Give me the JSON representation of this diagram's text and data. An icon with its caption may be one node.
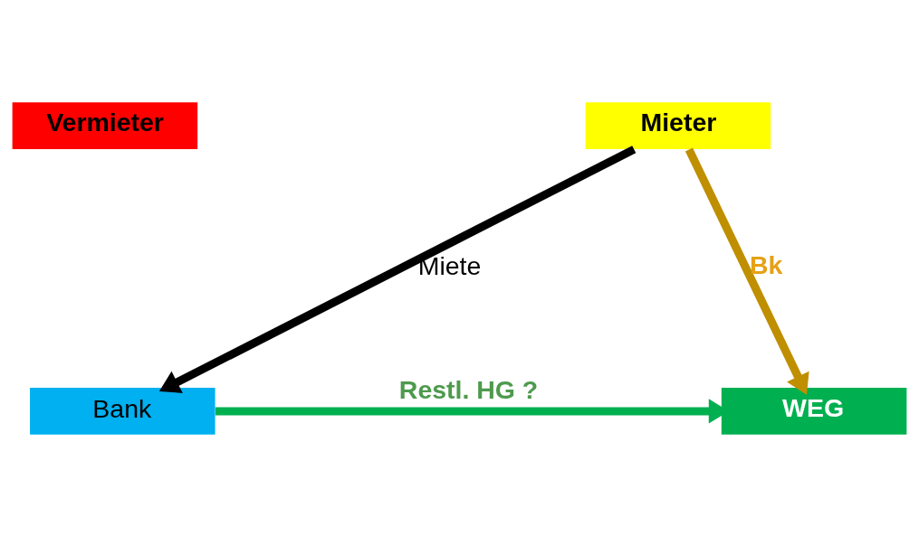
{
  "diagram": {
    "nodes": [
      {
        "text": [
          "Vermieter"
        ]
      },
      {
        "text": [
          "Mieter"
        ]
      },
      {
        "text": [
          "Bank"
        ]
      },
      {
        "text": [
          "WEG"
        ]
      }
    ],
    "edges": [
      {
        "from": 1,
        "to": 2,
        "arrow": "to",
        "label": "Miete",
        "color": "#000000"
      },
      {
        "from": 1,
        "to": 3,
        "arrow": "to",
        "label": "Bk",
        "color": "#bf8f00"
      },
      {
        "from": 2,
        "to": 3,
        "arrow": "to",
        "label": "Restl. HG ?",
        "color": "#00b050"
      }
    ]
  }
}
